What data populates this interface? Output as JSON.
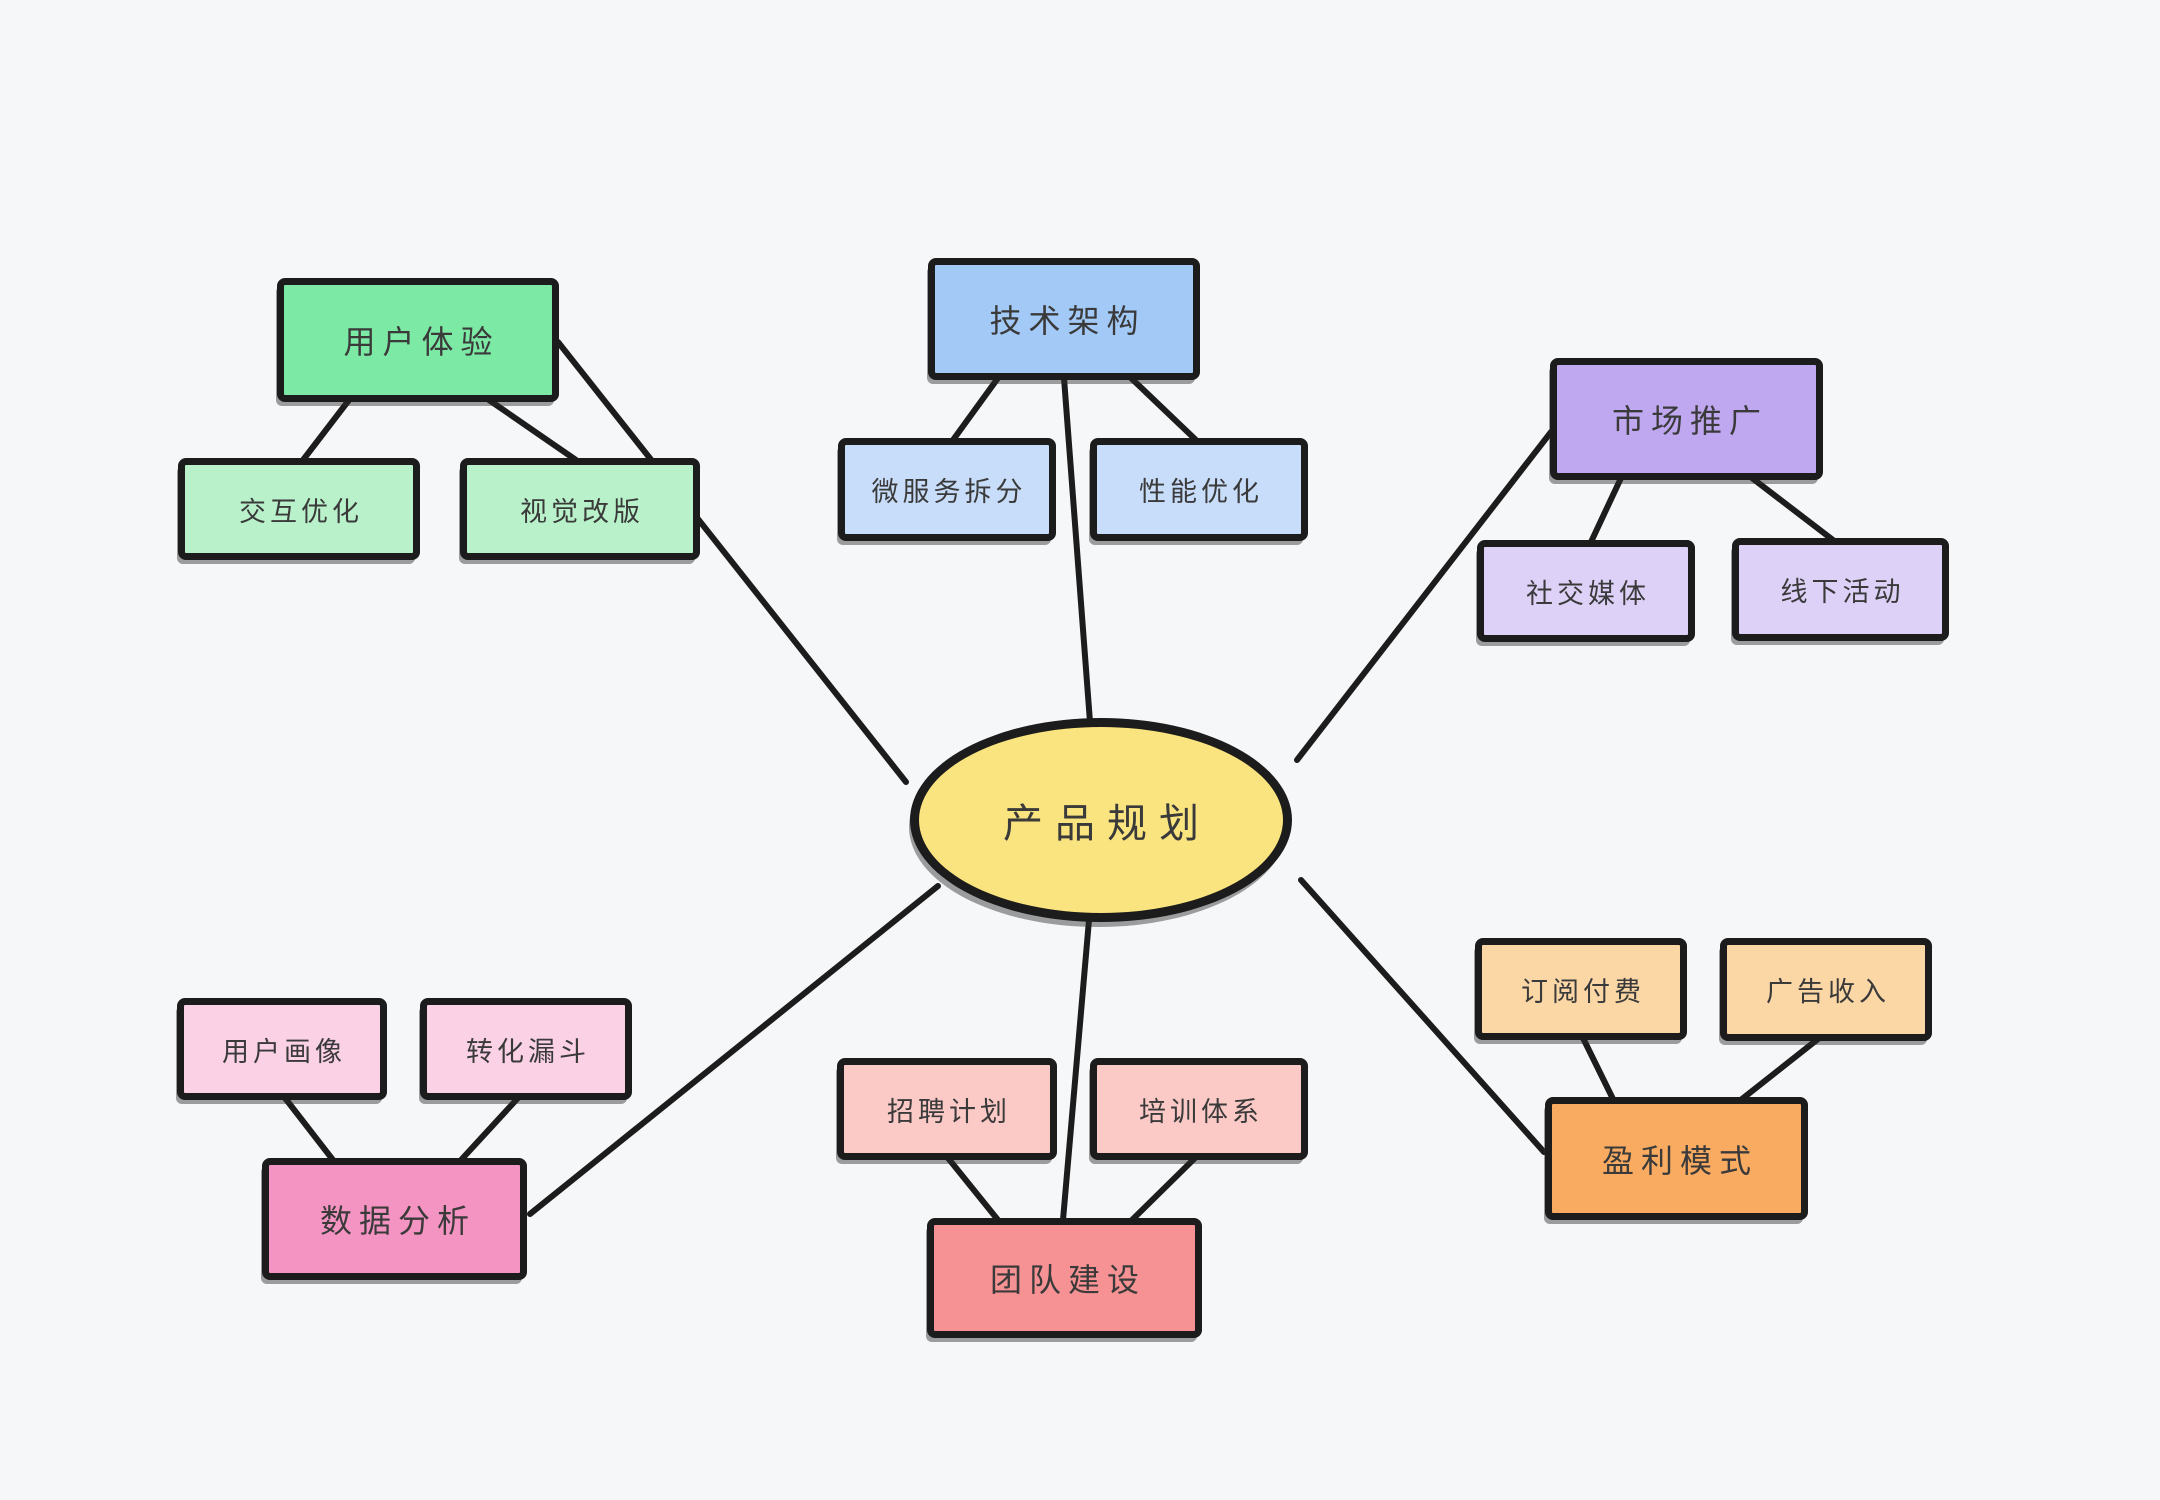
{
  "canvas": {
    "background": "#f6f7f9",
    "stroke": "#1c1c1c",
    "text_color": "#3a3a3a"
  },
  "center": {
    "label": "产品规划",
    "fill": "#fae47f"
  },
  "branches": [
    {
      "id": "user-experience",
      "label": "用户体验",
      "fill": "#7ce9a5",
      "child_fill": "#b9f2ca",
      "children": [
        "交互优化",
        "视觉改版"
      ]
    },
    {
      "id": "tech-architecture",
      "label": "技术架构",
      "fill": "#a3c9f7",
      "child_fill": "#c8ddfa",
      "children": [
        "微服务拆分",
        "性能优化"
      ]
    },
    {
      "id": "marketing",
      "label": "市场推广",
      "fill": "#c0a8f0",
      "child_fill": "#ddd1f7",
      "children": [
        "社交媒体",
        "线下活动"
      ]
    },
    {
      "id": "data-analysis",
      "label": "数据分析",
      "fill": "#f494c2",
      "child_fill": "#fbd1e6",
      "children": [
        "用户画像",
        "转化漏斗"
      ]
    },
    {
      "id": "team-building",
      "label": "团队建设",
      "fill": "#f69294",
      "child_fill": "#fbcac6",
      "children": [
        "招聘计划",
        "培训体系"
      ]
    },
    {
      "id": "profit-model",
      "label": "盈利模式",
      "fill": "#f9ac61",
      "child_fill": "#fcd7a6",
      "children": [
        "订阅付费",
        "广告收入"
      ]
    }
  ]
}
